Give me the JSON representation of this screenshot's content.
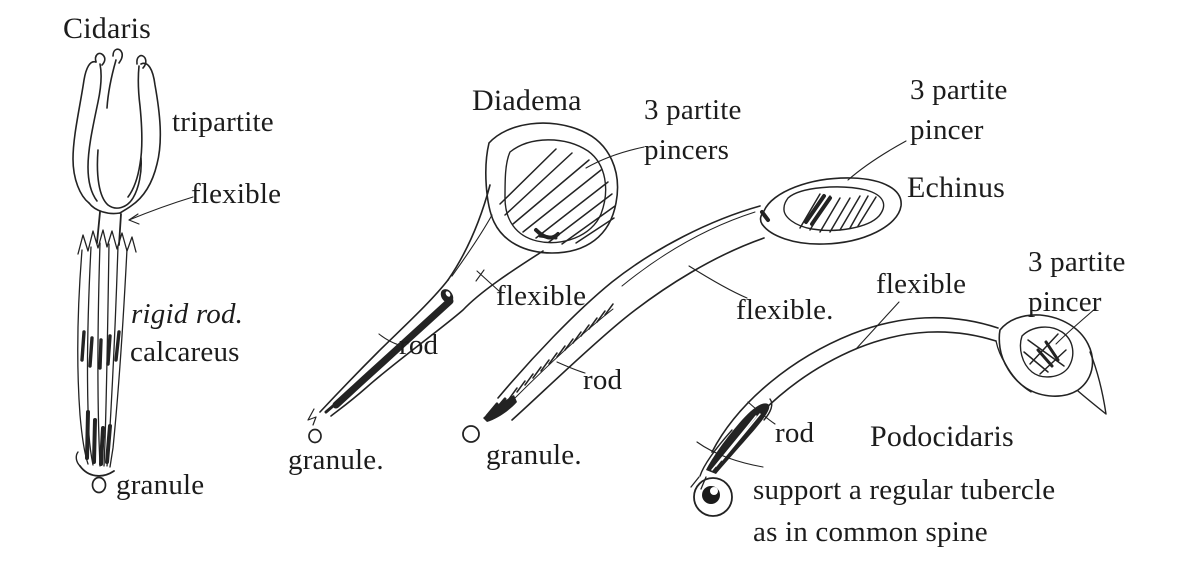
{
  "colors": {
    "ink": "#1f1f1f",
    "paper": "#ffffff"
  },
  "cidaris": {
    "title": "Cidaris",
    "tripartite": "tripartite",
    "flexible": "flexible",
    "rigid_rod": "rigid rod.",
    "calcareus": "calcareus",
    "granule": "granule"
  },
  "diadema": {
    "title": "Diadema",
    "pincers": "3 partite\npincers",
    "flexible": "flexible",
    "rod": "rod",
    "granule": "granule."
  },
  "echinus": {
    "title": "Echinus",
    "pincer": "3 partite\npincer",
    "flexible": "flexible.",
    "rod": "rod",
    "granule": "granule."
  },
  "podocidaris": {
    "title": "Podocidaris",
    "flexible": "flexible",
    "pincer": "3 partite\npincer",
    "rod": "rod"
  },
  "note": {
    "line1": "support a regular tubercle",
    "line2": "as in common spine"
  }
}
